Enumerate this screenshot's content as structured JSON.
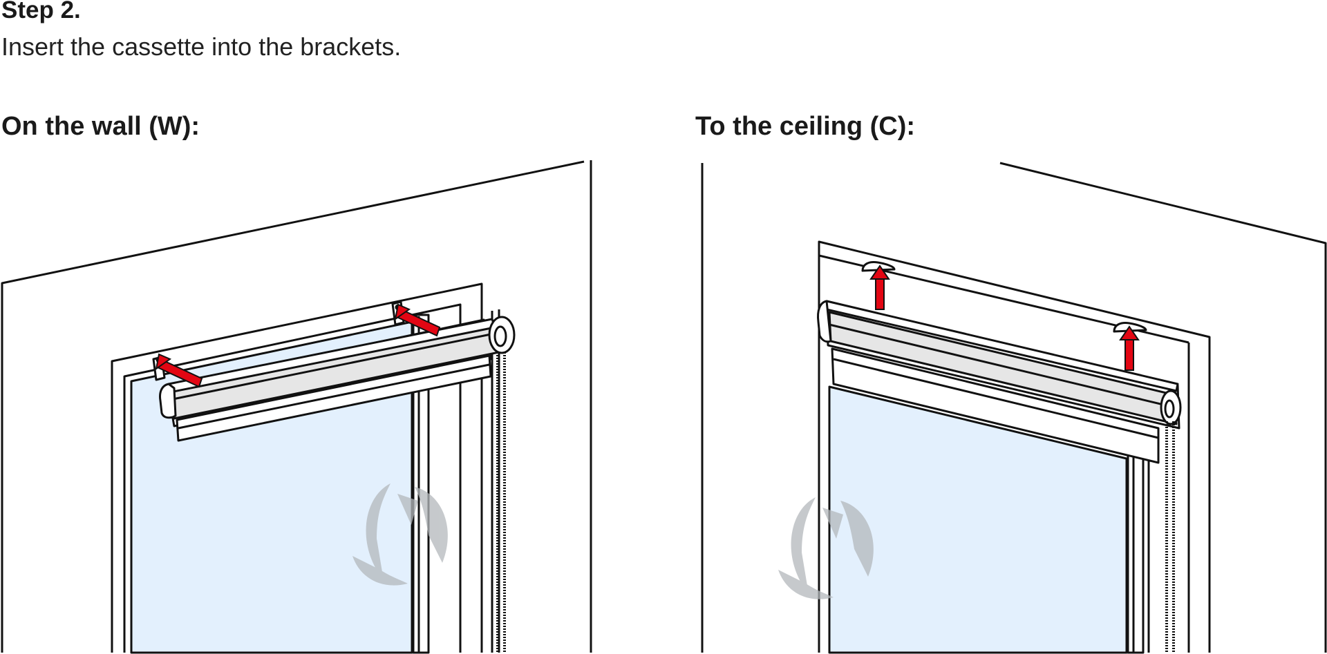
{
  "step": {
    "title": "Step 2.",
    "description": "Insert the cassette into the brackets."
  },
  "panels": [
    {
      "heading": "On the wall (W):"
    },
    {
      "heading": "To the ceiling (C):"
    }
  ],
  "colors": {
    "glass": "#e3f0fd",
    "arrow": "#e30613",
    "line": "#111111",
    "cassette": "#e6e6e6",
    "watermark": "#b4b8bc"
  },
  "icons": {
    "watermark": "leaf-swirl-logo"
  }
}
